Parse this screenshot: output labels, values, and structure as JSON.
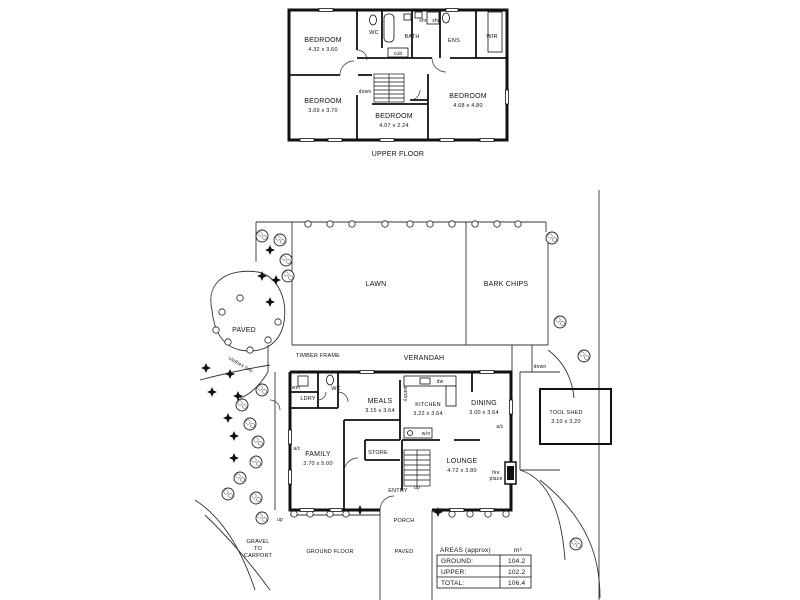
{
  "upper": {
    "title": "UPPER FLOOR",
    "bedroom1": {
      "name": "BEDROOM",
      "size": "4.32 x 3.60"
    },
    "bedroom2": {
      "name": "BEDROOM",
      "size": "3.69 x 3.70"
    },
    "bedroom3": {
      "name": "BEDROOM",
      "size": "4.07 x 2.24"
    },
    "bedroom4": {
      "name": "BEDROOM",
      "size": "4.68 x 4.80"
    },
    "wc": "WC",
    "bath": "BATH",
    "ens": "ENS",
    "wir": "WIR",
    "shr1": "shr",
    "shr2": "shr",
    "cub": "cub",
    "down": "down"
  },
  "site": {
    "lawn": "LAWN",
    "bark_chips": "BARK CHIPS",
    "paved": "PAVED",
    "clothes_line": "clothes line",
    "timber_frame": "TIMBER FRAME",
    "verandah": "VERANDAH",
    "tool_shed": {
      "name": "TOOL SHED",
      "size": "3.10 x 3.20"
    },
    "down": "down",
    "gravel": [
      "GRAVEL",
      "TO",
      "CARPORT"
    ],
    "porch": "PORCH",
    "paved_front": "PAVED"
  },
  "ground": {
    "title": "GROUND FLOOR",
    "ldry": "LDRY",
    "wc": "WC",
    "wm": "wm",
    "meals": {
      "name": "MEALS",
      "size": "3.15 x 3.64"
    },
    "kitchen": {
      "name": "KITCHEN",
      "size": "3.22 x 3.64"
    },
    "dining": {
      "name": "DINING",
      "size": "3.00 x 3.64"
    },
    "family": {
      "name": "FAMILY",
      "size": "3.70 x 5.00"
    },
    "store": "STORE",
    "lounge": {
      "name": "LOUNGE",
      "size": "4.72 x 3.80"
    },
    "entry": "ENTRY",
    "up": "up",
    "up2": "up",
    "fireplace": [
      "fire",
      "place"
    ],
    "ac1": "a/c",
    "ac2": "a/c",
    "dw": "dw",
    "wo": "w/o",
    "pantry": "pantry"
  },
  "areas": {
    "header": "AREAS (approx)",
    "unit": "m²",
    "rows": [
      {
        "label": "GROUND:",
        "value": "104.2"
      },
      {
        "label": "UPPER:",
        "value": "102.2"
      },
      {
        "label": "TOTAL:",
        "value": "106.4"
      }
    ]
  }
}
